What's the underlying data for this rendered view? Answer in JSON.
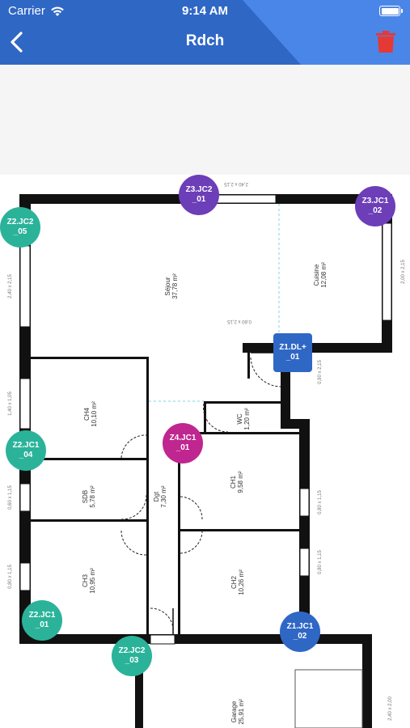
{
  "status_bar": {
    "carrier": "Carrier",
    "time": "9:14 AM"
  },
  "header": {
    "title": "Rdch",
    "back_icon": "chevron-left-icon",
    "delete_icon": "trash-icon",
    "background_color": "#2f67c5",
    "accent_color": "#4a86e8",
    "delete_color": "#e53935"
  },
  "floorplan": {
    "rooms": {
      "sejour": {
        "name": "Séjour",
        "area": "37,78 m²"
      },
      "cuisine": {
        "name": "Cuisine",
        "area": "12,08 m²"
      },
      "ch4": {
        "name": "CH4",
        "area": "10,10 m²"
      },
      "wc": {
        "name": "WC",
        "area": "1,20 m²"
      },
      "ch1": {
        "name": "CH1",
        "area": "9,58 m²"
      },
      "sdb": {
        "name": "SDB",
        "area": "5,78 m²"
      },
      "dgt": {
        "name": "Dgt",
        "area": "7,30 m²"
      },
      "ch3": {
        "name": "CH3",
        "area": "10,95 m²"
      },
      "ch2": {
        "name": "CH2",
        "area": "10,26 m²"
      },
      "garage": {
        "name": "Garage",
        "area": "25,91 m²"
      }
    },
    "dimensions": {
      "top_window": "2,40 x 2,15",
      "left_window": "2,40 x 2,15",
      "right_window": "2,00 x 2,15",
      "ch4_window": "1,40 x 1,05",
      "sdb_window": "0,60 x 1,15",
      "ch3_window": "0,80 x 1,15",
      "ch1_window": "0,80 x 1,15",
      "ch2_window": "0,80 x 1,15",
      "entry_door": "0,90 x 2,15",
      "cuisine_door": "0,60 x 2,15",
      "garage_door": "2,40 x 2,00"
    }
  },
  "markers": [
    {
      "id": "z3-jc2-01",
      "line1": "Z3.JC2",
      "line2": "_01",
      "color": "#6c3eb8"
    },
    {
      "id": "z3-jc1-02",
      "line1": "Z3.JC1",
      "line2": "_02",
      "color": "#6c3eb8"
    },
    {
      "id": "z2-jc2-05",
      "line1": "Z2.JC2",
      "line2": "_05",
      "color": "#2bb39a"
    },
    {
      "id": "z1-dl-01",
      "line1": "Z1.DL+",
      "line2": "_01",
      "color": "#2f67c5"
    },
    {
      "id": "z4-jc1-01",
      "line1": "Z4.JC1",
      "line2": "_01",
      "color": "#c0268f"
    },
    {
      "id": "z2-jc1-04",
      "line1": "Z2.JC1",
      "line2": "_04",
      "color": "#2bb39a"
    },
    {
      "id": "z2-jc1-01",
      "line1": "Z2.JC1",
      "line2": "_01",
      "color": "#2bb39a"
    },
    {
      "id": "z1-jc1-02",
      "line1": "Z1.JC1",
      "line2": "_02",
      "color": "#2f67c5"
    },
    {
      "id": "z2-jc2-03",
      "line1": "Z2.JC2",
      "line2": "_03",
      "color": "#2bb39a"
    }
  ]
}
